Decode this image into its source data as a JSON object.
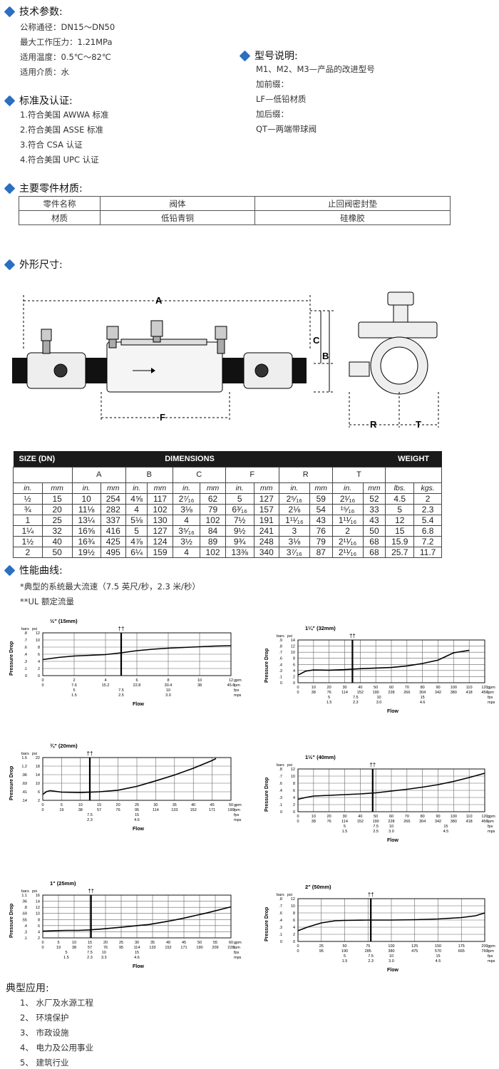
{
  "tech": {
    "title": "技术参数:",
    "lines": [
      "公称通径：DN15～DN50",
      "最大工作压力：1.21MPa",
      "适用温度：0.5℃～82℃",
      "适用介质：水"
    ]
  },
  "model": {
    "title": "型号说明:",
    "lines": [
      "M1、M2、M3—产品的改进型号",
      "加前缀：",
      "LF—低铅材质",
      "加后缀：",
      "QT—两端带球阀"
    ]
  },
  "standards": {
    "title": "标准及认证:",
    "lines": [
      "1.符合美国 AWWA  标准",
      "2.符合美国 ASSE 标准",
      "3.符合 CSA 认证",
      "4.符合美国 UPC 认证"
    ]
  },
  "materials": {
    "title": "主要零件材质:",
    "rows": [
      [
        "零件名称",
        "阀体",
        "止回阀密封垫"
      ],
      [
        "材质",
        "低铅青铜",
        "硅橡胶"
      ]
    ]
  },
  "dimensions_title": "外形尺寸:",
  "drawing_labels": {
    "A": "A",
    "B": "B",
    "C": "C",
    "F": "F",
    "R": "R",
    "T": "T"
  },
  "dims_table": {
    "header_size": "SIZE (DN)",
    "header_dims": "DIMENSIONS",
    "header_weight": "WEIGHT",
    "letters": [
      "A",
      "B",
      "C",
      "F",
      "R",
      "T"
    ],
    "units": [
      "in.",
      "mm",
      "in.",
      "mm",
      "in.",
      "mm",
      "in.",
      "mm",
      "in.",
      "mm",
      "in.",
      "mm",
      "in.",
      "mm",
      "lbs.",
      "kgs."
    ],
    "rows": [
      [
        "½",
        "15",
        "10",
        "254",
        "4⅝",
        "117",
        "2⁷⁄₁₆",
        "62",
        "5",
        "127",
        "2⁵⁄₁₆",
        "59",
        "2¹⁄₁₆",
        "52",
        "4.5",
        "2"
      ],
      [
        "¾",
        "20",
        "11⅛",
        "282",
        "4",
        "102",
        "3⅛",
        "79",
        "6³⁄₁₆",
        "157",
        "2⅛",
        "54",
        "¹⁵⁄₁₆",
        "33",
        "5",
        "2.3"
      ],
      [
        "1",
        "25",
        "13¼",
        "337",
        "5⅛",
        "130",
        "4",
        "102",
        "7½",
        "191",
        "1¹¹⁄₁₆",
        "43",
        "1¹¹⁄₁₆",
        "43",
        "12",
        "5.4"
      ],
      [
        "1¼",
        "32",
        "16⅝",
        "416",
        "5",
        "127",
        "3⁵⁄₁₆",
        "84",
        "9½",
        "241",
        "3",
        "76",
        "2",
        "50",
        "15",
        "6.8"
      ],
      [
        "1½",
        "40",
        "16¾",
        "425",
        "4⅞",
        "124",
        "3½",
        "89",
        "9¾",
        "248",
        "3⅛",
        "79",
        "2¹¹⁄₁₆",
        "68",
        "15.9",
        "7.2"
      ],
      [
        "2",
        "50",
        "19½",
        "495",
        "6¼",
        "159",
        "4",
        "102",
        "13⅜",
        "340",
        "3⁷⁄₁₆",
        "87",
        "2¹¹⁄₁₆",
        "68",
        "25.7",
        "11.7"
      ]
    ]
  },
  "performance": {
    "title": "性能曲线:",
    "notes": [
      "*典型的系统最大流速（7.5 英尺/秒，2.3 米/秒）",
      "**UL 额定流量"
    ]
  },
  "chart_common": {
    "ylabel": "Pressure Drop",
    "xlabel": "Flow",
    "marker": "††",
    "unit_bars": "bars",
    "unit_psi": "psi",
    "unit_gpm": "gpm",
    "unit_lpm": "lpm",
    "unit_fps": "fps",
    "unit_mps": "mps"
  },
  "chart_data": [
    {
      "type": "line",
      "title": "½\" (15mm)",
      "ylim": [
        0,
        12
      ],
      "y_psi_ticks": [
        "12",
        "10",
        "8",
        "6",
        "4",
        "2",
        "0"
      ],
      "y_bar_ticks": [
        ".8",
        ".7",
        ".6",
        ".4",
        ".3",
        ".1",
        "0"
      ],
      "xlim": [
        0,
        12
      ],
      "x_gpm_ticks": [
        "0",
        "2",
        "4",
        "6",
        "8",
        "10",
        "12"
      ],
      "x_lpm_ticks": [
        "0",
        "7.6",
        "15.2",
        "22.8",
        "30.4",
        "38",
        "45.6"
      ],
      "fps_ticks": [
        {
          "x": 2,
          "t": "5"
        },
        {
          "x": 5,
          "t": "7.5"
        },
        {
          "x": 8,
          "t": "10"
        }
      ],
      "mps_ticks": [
        {
          "x": 2,
          "t": "1.5"
        },
        {
          "x": 5,
          "t": "2.5"
        },
        {
          "x": 8,
          "t": "3.0"
        }
      ],
      "marker_x": 5,
      "x": [
        0,
        1,
        2,
        3,
        4,
        5,
        6,
        7,
        8,
        9,
        10,
        11,
        12
      ],
      "y": [
        4.5,
        5.1,
        5.5,
        5.7,
        5.9,
        6.4,
        7.0,
        7.4,
        7.7,
        7.9,
        8.1,
        8.3,
        8.4
      ]
    },
    {
      "type": "line",
      "title": "1¼\" (32mm)",
      "ylim": [
        0,
        14
      ],
      "y_psi_ticks": [
        "14",
        "12",
        "10",
        "8",
        "6",
        "4",
        "2",
        "0"
      ],
      "y_bar_ticks": [
        ".9",
        ".8",
        ".7",
        ".6",
        ".4",
        ".3",
        ".1",
        "0"
      ],
      "xlim": [
        0,
        120
      ],
      "x_gpm_ticks": [
        "0",
        "10",
        "20",
        "30",
        "40",
        "50",
        "60",
        "70",
        "80",
        "90",
        "100",
        "110",
        "120"
      ],
      "x_lpm_ticks": [
        "0",
        "38",
        "76",
        "114",
        "152",
        "190",
        "228",
        "266",
        "304",
        "342",
        "380",
        "418",
        "456"
      ],
      "fps_ticks": [
        {
          "x": 20,
          "t": "5"
        },
        {
          "x": 37,
          "t": "7.5"
        },
        {
          "x": 52,
          "t": "10"
        },
        {
          "x": 80,
          "t": "15"
        }
      ],
      "mps_ticks": [
        {
          "x": 20,
          "t": "1.5"
        },
        {
          "x": 37,
          "t": "2.3"
        },
        {
          "x": 52,
          "t": "3.0"
        },
        {
          "x": 80,
          "t": "4.6"
        }
      ],
      "marker_x": 35,
      "x": [
        0,
        5,
        10,
        20,
        30,
        40,
        50,
        60,
        70,
        80,
        90,
        95,
        100,
        110
      ],
      "y": [
        2.5,
        3.8,
        4.2,
        4.1,
        4.3,
        4.6,
        4.8,
        5.0,
        5.5,
        6.3,
        7.4,
        8.6,
        9.8,
        10.6
      ]
    },
    {
      "type": "line",
      "title": "¾\" (20mm)",
      "ylim": [
        0,
        22
      ],
      "y_psi_ticks": [
        "22",
        "18",
        "14",
        "10",
        "6",
        "2"
      ],
      "y_bar_ticks": [
        "1.5",
        "1.2",
        ".96",
        ".69",
        ".41",
        ".14"
      ],
      "xlim": [
        0,
        50
      ],
      "x_gpm_ticks": [
        "0",
        "5",
        "10",
        "15",
        "20",
        "25",
        "30",
        "35",
        "40",
        "45",
        "50"
      ],
      "x_lpm_ticks": [
        "0",
        "19",
        "38",
        "57",
        "76",
        "95",
        "114",
        "133",
        "152",
        "171",
        "190"
      ],
      "fps_ticks": [
        {
          "x": 12.5,
          "t": "7.5"
        },
        {
          "x": 25,
          "t": "15"
        }
      ],
      "mps_ticks": [
        {
          "x": 12.5,
          "t": "2.3"
        },
        {
          "x": 25,
          "t": "4.6"
        }
      ],
      "marker_x": 12.5,
      "x": [
        0,
        1,
        2,
        5,
        10,
        15,
        20,
        25,
        30,
        35,
        40,
        45,
        46
      ],
      "y": [
        3,
        4.5,
        5.0,
        4.2,
        4.0,
        4.4,
        5.2,
        7.2,
        10.0,
        13.0,
        16.5,
        20.5,
        21.5
      ]
    },
    {
      "type": "line",
      "title": "1½\" (40mm)",
      "ylim": [
        0,
        12
      ],
      "y_psi_ticks": [
        "12",
        "10",
        "8",
        "6",
        "4",
        "2",
        "0"
      ],
      "y_bar_ticks": [
        ".8",
        ".7",
        ".6",
        ".4",
        ".3",
        ".1",
        "0"
      ],
      "xlim": [
        0,
        120
      ],
      "x_gpm_ticks": [
        "0",
        "10",
        "20",
        "30",
        "40",
        "50",
        "60",
        "70",
        "80",
        "90",
        "100",
        "110",
        "120"
      ],
      "x_lpm_ticks": [
        "0",
        "38",
        "76",
        "114",
        "152",
        "190",
        "228",
        "266",
        "304",
        "342",
        "380",
        "418",
        "456"
      ],
      "fps_ticks": [
        {
          "x": 30,
          "t": "5"
        },
        {
          "x": 50,
          "t": "7.5"
        },
        {
          "x": 60,
          "t": "10"
        },
        {
          "x": 95,
          "t": "15"
        }
      ],
      "mps_ticks": [
        {
          "x": 30,
          "t": "1.5"
        },
        {
          "x": 50,
          "t": "2.5"
        },
        {
          "x": 60,
          "t": "3.0"
        },
        {
          "x": 95,
          "t": "4.5"
        }
      ],
      "marker_x": 48,
      "x": [
        0,
        5,
        10,
        20,
        30,
        40,
        50,
        60,
        70,
        80,
        90,
        100,
        110,
        120
      ],
      "y": [
        3.5,
        4.0,
        4.4,
        4.6,
        4.8,
        5.0,
        5.3,
        5.8,
        6.3,
        6.9,
        7.6,
        8.5,
        9.6,
        10.8
      ]
    },
    {
      "type": "line",
      "title": "1\" (25mm)",
      "ylim": [
        0,
        16
      ],
      "y_psi_ticks": [
        "16",
        "14",
        "12",
        "10",
        "8",
        "6",
        "4",
        "2"
      ],
      "y_bar_ticks": [
        "1.1",
        ".96",
        ".8",
        ".69",
        ".55",
        ".4",
        ".3",
        ".1"
      ],
      "xlim": [
        0,
        80
      ],
      "x_gpm_ticks": [
        "0",
        "5",
        "10",
        "15",
        "20",
        "25",
        "30",
        "35",
        "40",
        "45",
        "50",
        "55",
        "60"
      ],
      "x_lpm_ticks": [
        "0",
        "19",
        "38",
        "57",
        "76",
        "95",
        "114",
        "133",
        "152",
        "171",
        "190",
        "209",
        "228"
      ],
      "fps_ticks": [
        {
          "x": 10,
          "t": "5"
        },
        {
          "x": 20,
          "t": "7.5"
        },
        {
          "x": 26,
          "t": "10"
        },
        {
          "x": 40,
          "t": "15"
        }
      ],
      "mps_ticks": [
        {
          "x": 10,
          "t": "1.5"
        },
        {
          "x": 20,
          "t": "2.3"
        },
        {
          "x": 26,
          "t": "3.3"
        },
        {
          "x": 40,
          "t": "4.6"
        }
      ],
      "marker_x": 20.5,
      "x": [
        0,
        5,
        10,
        15,
        20,
        25,
        30,
        35,
        40,
        45,
        50,
        55,
        60,
        65,
        70,
        75,
        80
      ],
      "y": [
        2.5,
        2.7,
        2.8,
        2.8,
        3.0,
        3.3,
        3.7,
        4.1,
        4.6,
        5.0,
        5.7,
        6.5,
        7.4,
        8.4,
        9.4,
        10.5,
        11.6
      ]
    },
    {
      "type": "line",
      "title": "2\" (50mm)",
      "ylim": [
        0,
        12
      ],
      "y_psi_ticks": [
        "12",
        "10",
        "8",
        "6",
        "4",
        "2",
        "0"
      ],
      "y_bar_ticks": [
        ".8",
        ".7",
        ".6",
        ".4",
        ".3",
        ".1",
        "0"
      ],
      "xlim": [
        0,
        200
      ],
      "x_gpm_ticks": [
        "0",
        "25",
        "50",
        "75",
        "100",
        "125",
        "150",
        "175",
        "200"
      ],
      "x_lpm_ticks": [
        "0",
        "95",
        "190",
        "285",
        "380",
        "475",
        "570",
        "665",
        "760"
      ],
      "fps_ticks": [
        {
          "x": 50,
          "t": "5"
        },
        {
          "x": 78,
          "t": "7.5"
        },
        {
          "x": 100,
          "t": "10"
        },
        {
          "x": 150,
          "t": "15"
        }
      ],
      "mps_ticks": [
        {
          "x": 50,
          "t": "1.5"
        },
        {
          "x": 78,
          "t": "2.3"
        },
        {
          "x": 100,
          "t": "3.0"
        },
        {
          "x": 150,
          "t": "4.5"
        }
      ],
      "marker_x": 78,
      "x": [
        0,
        10,
        25,
        40,
        50,
        75,
        100,
        125,
        150,
        175,
        190,
        200
      ],
      "y": [
        3.0,
        4.0,
        5.2,
        5.8,
        5.9,
        6.0,
        6.0,
        6.1,
        6.3,
        6.7,
        7.2,
        8.0
      ]
    }
  ],
  "applications": {
    "title": "典型应用:",
    "items": [
      "1、  水厂及水源工程",
      "2、  环境保护",
      "3、  市政设施",
      "4、  电力及公用事业",
      "5、  建筑行业"
    ]
  }
}
